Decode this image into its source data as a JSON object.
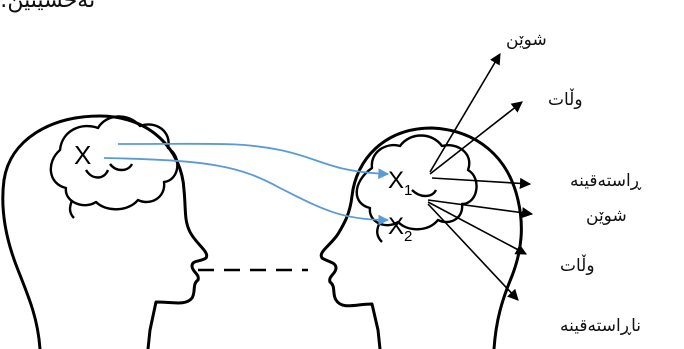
{
  "top_text": "نەخشێنین:",
  "left_head_symbol": "X",
  "right_head_symbols": {
    "upper_base": "X",
    "upper_sub": "1",
    "lower_base": "X",
    "lower_sub": "2"
  },
  "upper_branch_labels": [
    "شوێن",
    "وڵات",
    "ڕاستەقینە"
  ],
  "lower_branch_labels": [
    "شوێن",
    "وڵات",
    "ناڕاستەقینە"
  ],
  "colors": {
    "connector": "#5b9bd5",
    "outline": "#000000"
  }
}
